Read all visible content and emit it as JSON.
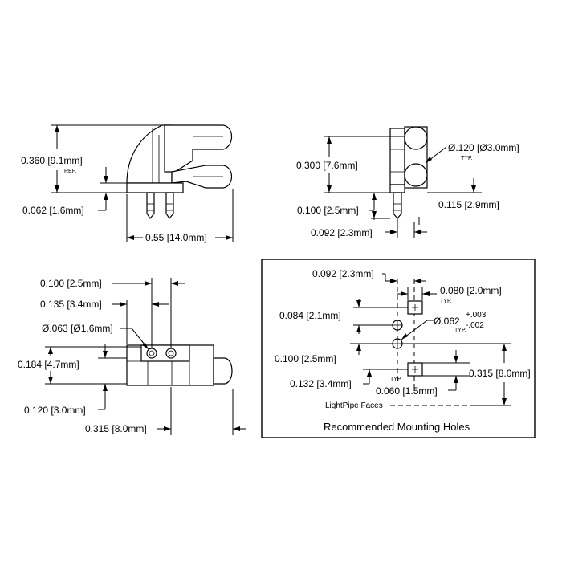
{
  "side_view": {
    "height": "0.360 [9.1mm]",
    "height_ref": "REF.",
    "pin_offset": "0.062 [1.6mm]",
    "width": "0.55 [14.0mm]"
  },
  "front_view": {
    "height": "0.300 [7.6mm]",
    "diameter": "Ø.120 [Ø3.0mm]",
    "diameter_note": "TYP.",
    "pin_length": "0.100 [2.5mm]",
    "tip_height": "0.115 [2.9mm]",
    "pin_offset": "0.092 [2.3mm]"
  },
  "top_view": {
    "pin_spacing": "0.100 [2.5mm]",
    "body_offset": "0.135 [3.4mm]",
    "pin_diameter": "Ø.063 [Ø1.6mm]",
    "body_height": "0.184 [4.7mm]",
    "pipe_offset": "0.120 [3.0mm]",
    "depth": "0.315 [8.0mm]"
  },
  "mounting_holes": {
    "offset_x": "0.092 [2.3mm]",
    "face_width": "0.080 [2.0mm]",
    "face_width_note": "TYP.",
    "hole_offset": "0.084 [2.1mm]",
    "hole_diameter": "Ø.062",
    "hole_tol_plus": "+.003",
    "hole_tol_minus": "-.002",
    "hole_diameter_note": "TYP.",
    "hole_spacing": "0.100 [2.5mm]",
    "face_offset": "0.132 [3.4mm]",
    "face_offset_note": "TYP.",
    "face_height": "0.060 [1.5mm]",
    "overall": "0.315 [8.0mm]",
    "faces_label": "LightPipe Faces",
    "title": "Recommended Mounting Holes"
  }
}
